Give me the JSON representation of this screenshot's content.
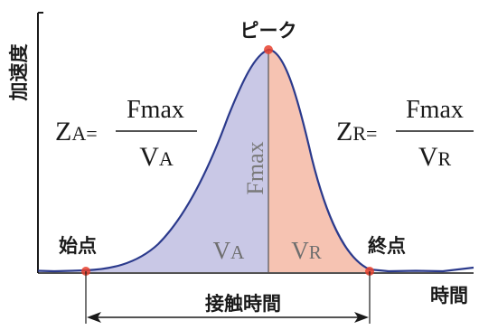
{
  "axes": {
    "y_label": "加速度",
    "x_label": "時間"
  },
  "labels": {
    "peak": "ピーク",
    "start": "始点",
    "end": "終点",
    "contact_time": "接触時間",
    "fmax_vertical": "Fmax",
    "area_a": {
      "main": "V",
      "sub": "A"
    },
    "area_r": {
      "main": "V",
      "sub": "R"
    }
  },
  "formulas": {
    "za": {
      "lhs_main": "Z",
      "lhs_sub": "A",
      "eq": "=",
      "num": "Fmax",
      "den_main": "V",
      "den_sub": "A"
    },
    "zr": {
      "lhs_main": "Z",
      "lhs_sub": "R",
      "eq": "=",
      "num": "Fmax",
      "den_main": "V",
      "den_sub": "R"
    }
  },
  "colors": {
    "curve": "#2b3a8c",
    "area_a_fill": "#c9c8e6",
    "area_r_fill": "#f6c3b2",
    "point": "#e8412e",
    "text": "#1a1a1a",
    "fmax_text": "#7a7a7a",
    "area_label_text": "#6e6e6e"
  }
}
